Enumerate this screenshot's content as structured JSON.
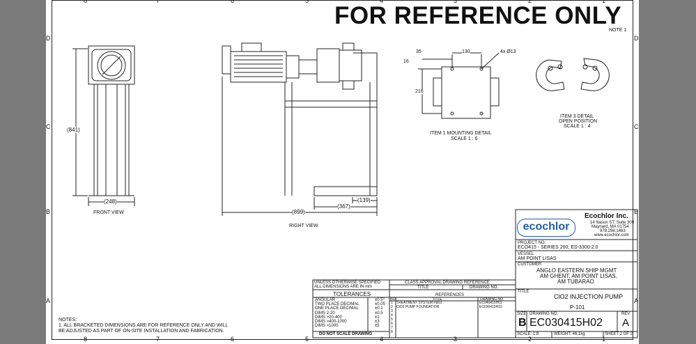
{
  "banner": {
    "title": "FOR REFERENCE ONLY",
    "note": "NOTE 1"
  },
  "zones": {
    "cols": [
      "8",
      "7",
      "6",
      "5",
      "4",
      "3",
      "2",
      "1"
    ],
    "rows": [
      "D",
      "C",
      "B",
      "A"
    ]
  },
  "front_view": {
    "label": "FRONT VIEW",
    "dim_height": "(841)",
    "dim_width": "(248)"
  },
  "right_view": {
    "label": "RIGHT VIEW",
    "dim_total": "(899)",
    "dim_mid": "(367)",
    "dim_foot": "(139)"
  },
  "mounting_detail": {
    "label_line1": "ITEM 1 MOUNTING DETAIL",
    "label_line2": "SCALE 1 : 6",
    "dim_35": "35",
    "dim_130": "130",
    "dim_holes": "4x Ø13",
    "dim_16": "16",
    "dim_216": "216"
  },
  "item3_detail": {
    "line1": "ITEM 3 DETAIL",
    "line2": "OPEN POSITION",
    "line3": "SCALE 1 : 4"
  },
  "company": {
    "logo": "ecochlor",
    "name": "Ecochlor Inc.",
    "address1": "14 Nason ST, Suite 309",
    "address2": "Maynard, MA  01754",
    "phone": "978.298.1463",
    "web": "www.ecochlor.com"
  },
  "project": {
    "label": "PROJECT NO.",
    "value": "ECO415 - SERIES 200, ES-3300-2.0"
  },
  "vessel": {
    "label": "VESSEL",
    "value": "AM POINT LISAS"
  },
  "customer": {
    "label": "CUSTOMER",
    "line1": "ANGLO EASTERN SHIP MGMT",
    "line2": "AM GHENT, AM POINT LISAS,",
    "line3": "AM TUBARAO"
  },
  "title_block": {
    "label": "TITLE",
    "title": "ClO2 INJECTION PUMP",
    "subtitle": "P-101",
    "size_label": "SIZE",
    "size": "B",
    "drawing_label": "DRAWING NO.",
    "drawing_no": "EC030415H02",
    "rev_label": "REV",
    "rev": "A",
    "scale": "SCALE: 1:8",
    "weight": "WEIGHT: 46.1kg",
    "sheet": "SHEET 2 OF 2"
  },
  "class_approval": {
    "header": "CLASS APPROVAL DRAWING REFERENCE",
    "col_title": "TITLE",
    "col_drawing": "DRAWING NO."
  },
  "tolerances": {
    "unless1": "UNLESS OTHERWISE SPECIFIED",
    "unless2": "ALL DIMENSIONS ARE IN  mm",
    "header": "TOLERANCES",
    "rows": [
      {
        "label": "ANGULAR",
        "value": "±0.5°"
      },
      {
        "label": "TWO PLACE DECIMAL",
        "value": "±0.05"
      },
      {
        "label": "ONE PLACE DECIMAL",
        "value": "±0.1"
      },
      {
        "label": "DIMS 2-20",
        "value": "±0.5"
      },
      {
        "label": "DIMS >20-400",
        "value": "±1"
      },
      {
        "label": "DIMS >400-1000",
        "value": "±3"
      },
      {
        "label": "DIMS >1000",
        "value": "±5"
      }
    ],
    "footer": "DO NOT SCALE DRAWING"
  },
  "references": {
    "header": "REFERENCES",
    "col_no": "NO",
    "col_title": "TITLE",
    "col_drawing": "DRAWING NO.",
    "rows": [
      {
        "no": "1",
        "title": "TREATMENT SYSTEM P&ID",
        "drawing": "EC040415H01"
      },
      {
        "no": "2",
        "title": "ClO2 PUMP FOUNDATION",
        "drawing": "EC030415H10"
      },
      {
        "no": "3",
        "title": "",
        "drawing": ""
      },
      {
        "no": "4",
        "title": "",
        "drawing": ""
      },
      {
        "no": "5",
        "title": "",
        "drawing": ""
      },
      {
        "no": "6",
        "title": "",
        "drawing": ""
      },
      {
        "no": "7",
        "title": "",
        "drawing": ""
      },
      {
        "no": "8",
        "title": "",
        "drawing": ""
      }
    ]
  },
  "notes": {
    "header": "NOTES:",
    "line1": "1. ALL BRACKETED DIMENSIONS ARE FOR REFERENCE ONLY AND WILL",
    "line2": "BE ADJUSTED AS PART OF ON-SITE INSTALLATION AND FABRICATION."
  },
  "colors": {
    "sheet": "#ffffff",
    "background": "#7a7a7a",
    "logo_blue": "#1f5fa8",
    "ink": "#111111"
  }
}
